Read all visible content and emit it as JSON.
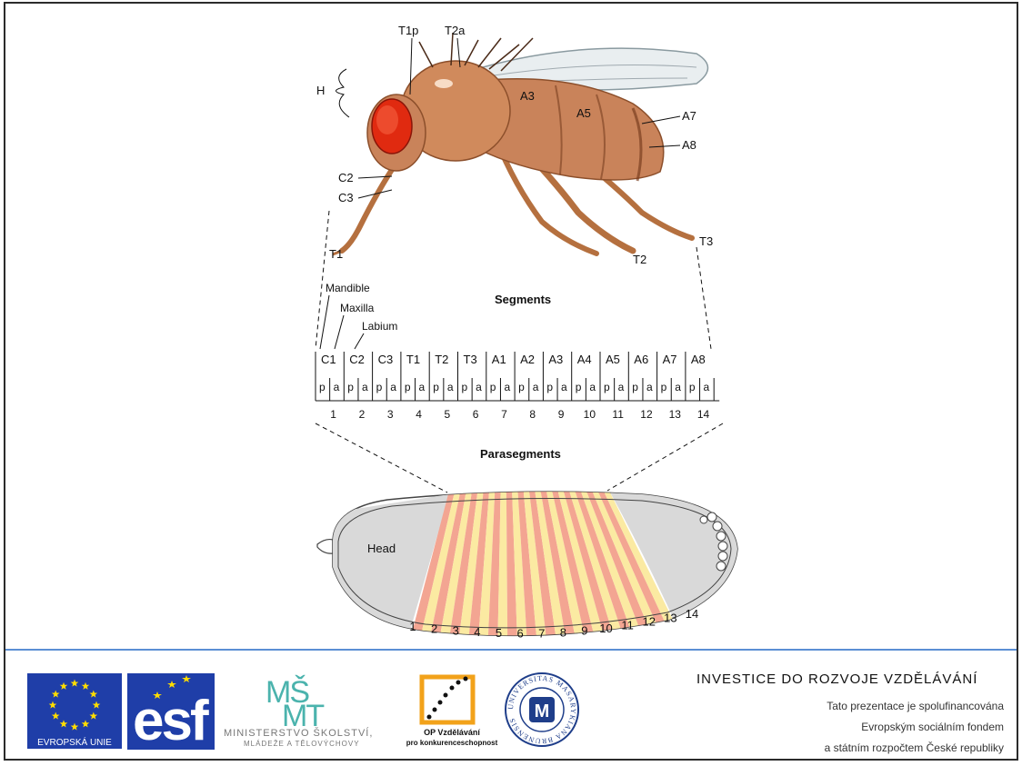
{
  "diagram": {
    "fly_labels": {
      "T1p": "T1p",
      "T2a": "T2a",
      "H": "H",
      "A3": "A3",
      "A5": "A5",
      "A7": "A7",
      "A8": "A8",
      "C2": "C2",
      "C3": "C3",
      "T1": "T1",
      "T2": "T2",
      "T3": "T3"
    },
    "mouthparts": [
      "Mandible",
      "Maxilla",
      "Labium"
    ],
    "segments_title": "Segments",
    "parasegments_title": "Parasegments",
    "segment_labels": [
      "C1",
      "C2",
      "C3",
      "T1",
      "T2",
      "T3",
      "A1",
      "A2",
      "A3",
      "A4",
      "A5",
      "A6",
      "A7",
      "A8"
    ],
    "p_label": "p",
    "a_label": "a",
    "parasegment_numbers": [
      "1",
      "2",
      "3",
      "4",
      "5",
      "6",
      "7",
      "8",
      "9",
      "10",
      "11",
      "12",
      "13",
      "14"
    ],
    "embryo_head": "Head",
    "embryo_numbers": [
      "1",
      "2",
      "3",
      "4",
      "5",
      "6",
      "7",
      "8",
      "9",
      "10",
      "11",
      "12",
      "13",
      "14"
    ],
    "colors": {
      "fly_body": "#c9835a",
      "eye": "#e02a10",
      "stripe_pink": "#f3a592",
      "stripe_yellow": "#fbeaa2",
      "embryo_gray": "#d9d9d9"
    }
  },
  "footer": {
    "eu_label": "EVROPSKÁ UNIE",
    "esf_label": "esf",
    "msmt_line1": "MINISTERSTVO ŠKOLSTVÍ,",
    "msmt_line2": "MLÁDEŽE A TĚLOVÝCHOVY",
    "op_line1": "OP Vzdělávání",
    "op_line2": "pro konkurenceschopnost",
    "mu_text": "UNIVERSITAS MASARYKIANA BRUNENSIS",
    "title": "INVESTICE DO ROZVOJE VZDĚLÁVÁNÍ",
    "line1": "Tato prezentace je spolufinancována",
    "line2": "Evropským sociálním fondem",
    "line3": "a státním rozpočtem České republiky",
    "colors": {
      "eu_blue": "#1f3ea8",
      "eu_star": "#ffdd00",
      "divider": "#5b8fd4",
      "msmt_teal": "#4bb3ad",
      "op_orange": "#f2a21a",
      "mu_blue": "#1f3e8a"
    }
  }
}
